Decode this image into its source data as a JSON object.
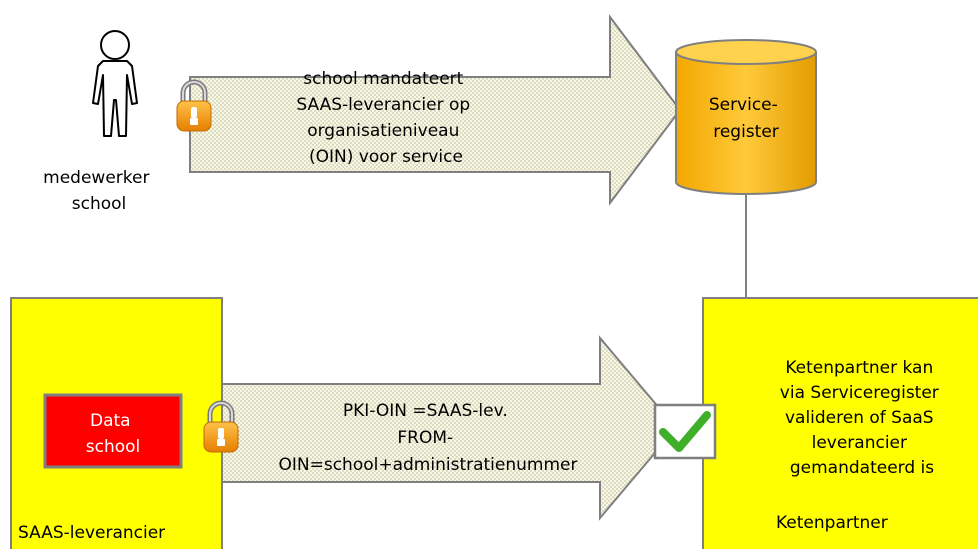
{
  "actor": {
    "name_line1": "medewerker",
    "name_line2": "school",
    "icon": "person-outline-icon"
  },
  "top_arrow": {
    "lines": [
      "school mandateert",
      "SAAS-leverancier op",
      "organisatieniveau",
      "(OIN)  voor service"
    ]
  },
  "service_register": {
    "line1": "Service-",
    "line2": "register"
  },
  "saas_leverancier": {
    "label": "SAAS-leverancier",
    "data_school_line1": "Data",
    "data_school_line2": "school"
  },
  "bottom_arrow": {
    "lines": [
      "PKI-OIN  =SAAS-lev.",
      "FROM-",
      "OIN=school+administratienummer"
    ]
  },
  "ketenpartner": {
    "description": [
      "Ketenpartner kan",
      "via Serviceregister",
      "valideren of SaaS",
      "leverancier",
      "gemandateerd is"
    ],
    "label": "Ketenpartner"
  },
  "icons": {
    "lock": "padlock-icon",
    "check": "checkmark-icon",
    "database": "database-cylinder-icon"
  },
  "colors": {
    "yellow_box": "#FFFF00",
    "data_school_red": "#FF0000",
    "cylinder_orange": "#F5B400",
    "arrow_fill": "#F5F5DC",
    "check_green": "#3FAF2A"
  }
}
